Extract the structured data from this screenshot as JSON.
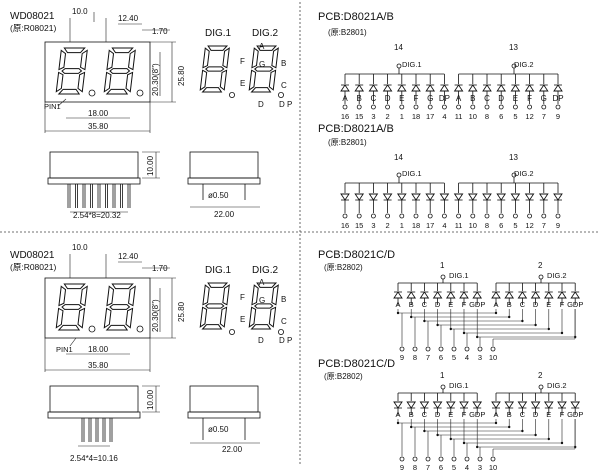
{
  "top_left": {
    "model": "WD08021",
    "alt_model": "(原:R08021)",
    "dims": {
      "a": "10.0",
      "b": "12.40",
      "c": "1.70",
      "d": "20.30(8\")",
      "e": "25.80",
      "f": "18.00",
      "g": "35.80",
      "h": "10.00",
      "i": "ø0.50",
      "j": "22.00",
      "pitch": "2.54*8=20.32"
    },
    "pin1": "PIN1",
    "dig1": "DIG.1",
    "dig2": "DIG.2",
    "seg_letters": {
      "a": "A",
      "b": "B",
      "c": "C",
      "d": "D",
      "e": "E",
      "f": "F",
      "g": "G",
      "dp": "D P"
    }
  },
  "bottom_left": {
    "model": "WD08021",
    "alt_model": "(原:R08021)",
    "dims": {
      "a": "10.0",
      "b": "12.40",
      "c": "1.70",
      "d": "20.30(8\")",
      "e": "25.80",
      "f": "18.00",
      "g": "35.80",
      "h": "10.00",
      "i": "ø0.50",
      "j": "22.00",
      "pitch": "2.54*4=10.16"
    },
    "pin1": "PIN1",
    "dig1": "DIG.1",
    "dig2": "DIG.2",
    "seg_letters": {
      "a": "A",
      "b": "B",
      "c": "C",
      "d": "D",
      "e": "E",
      "f": "F",
      "g": "G",
      "dp": "D P"
    }
  },
  "schematics": [
    {
      "title": "PCB:D8021A/B",
      "subtitle": "(原:B2801)",
      "common_pins": [
        "14",
        "13"
      ],
      "groups": [
        "DIG.1",
        "DIG.2"
      ],
      "segments": [
        "A",
        "B",
        "C",
        "D",
        "E",
        "F",
        "G",
        "DP",
        "A",
        "B",
        "C",
        "D",
        "E",
        "F",
        "G",
        "DP"
      ],
      "pins": [
        "16",
        "15",
        "3",
        "2",
        "1",
        "18",
        "17",
        "4",
        "11",
        "10",
        "8",
        "6",
        "5",
        "12",
        "7",
        "9"
      ]
    },
    {
      "title": "PCB:D8021A/B",
      "subtitle": "(原:B2801)",
      "common_pins": [
        "14",
        "13"
      ],
      "groups": [
        "DIG.1",
        "DIG.2"
      ],
      "pins": [
        "16",
        "15",
        "3",
        "2",
        "1",
        "18",
        "17",
        "4",
        "11",
        "10",
        "8",
        "6",
        "5",
        "12",
        "7",
        "9"
      ]
    },
    {
      "title": "PCB:D8021C/D",
      "subtitle": "(原:B2802)",
      "common_pins": [
        "1",
        "2"
      ],
      "groups": [
        "DIG.1",
        "DIG.2"
      ],
      "segments": [
        "A",
        "B",
        "C",
        "D",
        "E",
        "F",
        "GDP",
        "A",
        "B",
        "C",
        "D",
        "E",
        "F",
        "GDP"
      ],
      "pins": [
        "9",
        "8",
        "7",
        "6",
        "5",
        "4",
        "3",
        "10"
      ]
    },
    {
      "title": "PCB:D8021C/D",
      "subtitle": "(原:B2802)",
      "common_pins": [
        "1",
        "2"
      ],
      "groups": [
        "DIG.1",
        "DIG.2"
      ],
      "segments": [
        "A",
        "B",
        "C",
        "D",
        "E",
        "F",
        "GDP",
        "A",
        "B",
        "C",
        "D",
        "E",
        "F",
        "GDP"
      ],
      "pins": [
        "9",
        "8",
        "7",
        "6",
        "5",
        "4",
        "3",
        "10"
      ]
    }
  ]
}
